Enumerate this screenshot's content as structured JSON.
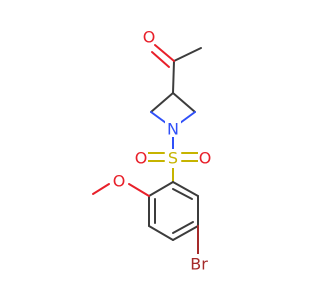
{
  "molecule": {
    "atoms": {
      "carbonyl_o": {
        "label": "O",
        "color": "#e8202a"
      },
      "ring_n": {
        "label": "N",
        "color": "#3050f8"
      },
      "sulfur": {
        "label": "S",
        "color": "#c6b400"
      },
      "sulfonyl_o_left": {
        "label": "O",
        "color": "#e8202a"
      },
      "sulfonyl_o_right": {
        "label": "O",
        "color": "#e8202a"
      },
      "methoxy_o": {
        "label": "O",
        "color": "#e8202a"
      },
      "bromine": {
        "label": "Br",
        "color": "#a52a2a"
      }
    },
    "bond_color": "#3c3c3c"
  }
}
